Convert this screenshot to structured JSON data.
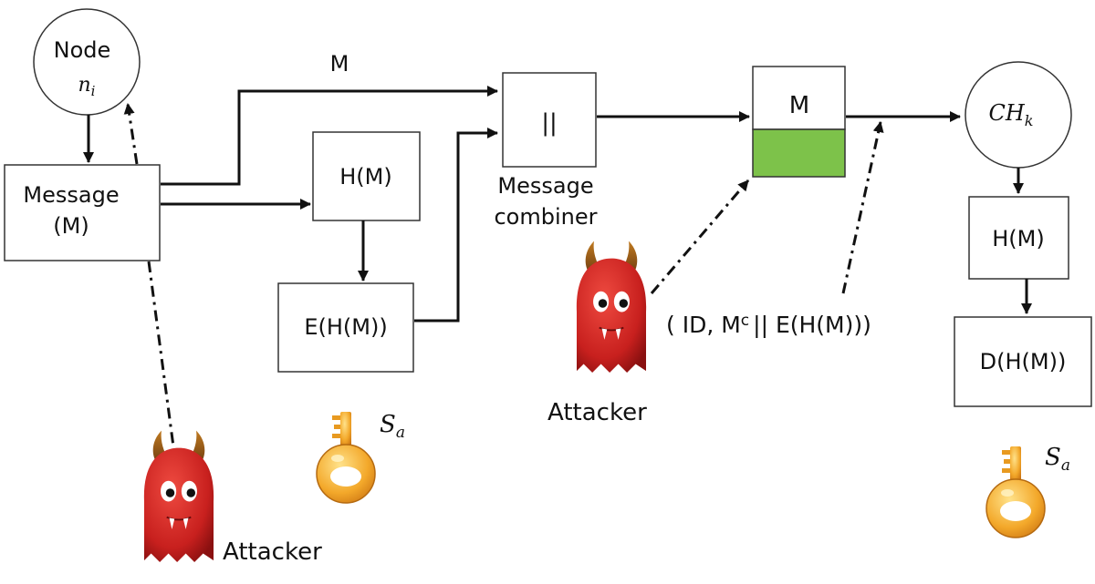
{
  "node": {
    "line1": "Node",
    "line2": "n",
    "line2_sub": "i"
  },
  "message": {
    "line1": "Message",
    "line2": "(M)"
  },
  "m_arrow_label": "M",
  "hash_box": "H(M)",
  "encrypt_box": "E(H(M))",
  "combiner": {
    "symbol": "||",
    "line1": "Message",
    "line2": "combiner"
  },
  "packet": {
    "top": "M"
  },
  "cluster_head": {
    "main": "CH",
    "sub": "k"
  },
  "receiver_hash": "H(M)",
  "decrypt_box": "D(H(M))",
  "key_label": {
    "main": "S",
    "sub": "a"
  },
  "packet_label": "( ID, M",
  "packet_label_sup": "c",
  "packet_label_rest": "|| E(H(M)))",
  "attacker_label": "Attacker",
  "icons": {
    "attacker": "red-devil-icon",
    "key": "golden-key-icon"
  },
  "colors": {
    "signature_block": "#7dc24a",
    "attacker": "#c8201e",
    "key": "#f0a020"
  }
}
